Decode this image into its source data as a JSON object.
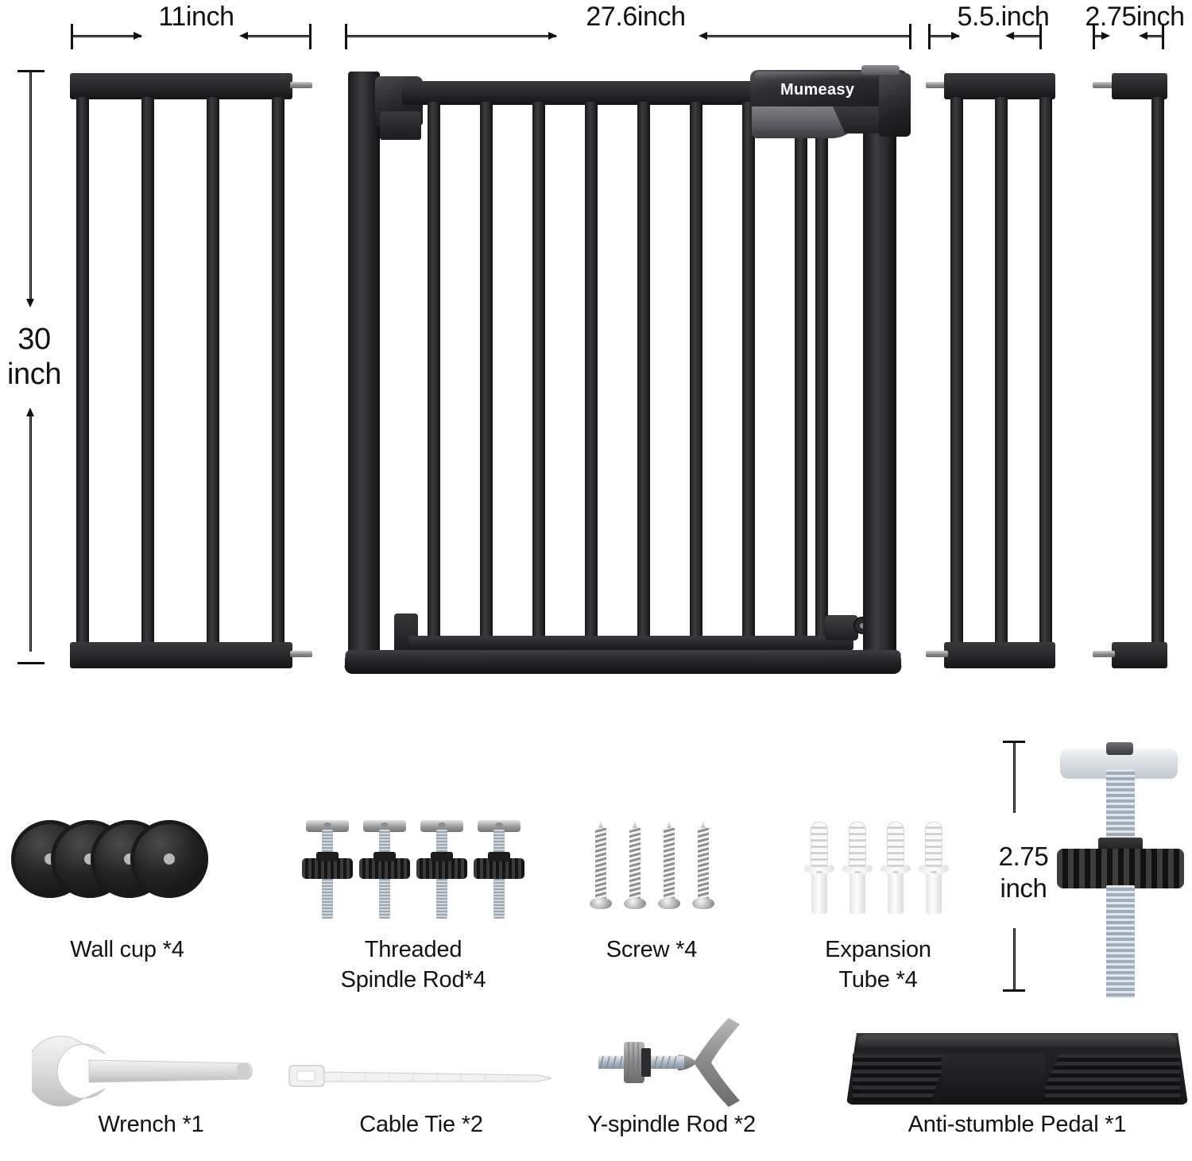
{
  "dimensions": {
    "extension_left": "11inch",
    "gate_main": "27.6inch",
    "extension_mid": "5.5.inch",
    "extension_small": "2.75inch",
    "height": "30\ninch",
    "spindle_height": "2.75\ninch"
  },
  "brand": "Mumeasy",
  "colors": {
    "metal_dark": "#1b1b1d",
    "metal_mid": "#3a3a3c",
    "steel": "#b9c3cd",
    "plastic_white": "#efefef",
    "background": "#ffffff",
    "text": "#121212"
  },
  "accessories": {
    "row1": [
      {
        "name": "wall-cup",
        "label": "Wall cup *4",
        "count": 4,
        "icon": "wall-cup-icon"
      },
      {
        "name": "threaded-spindle-rod",
        "label": "Threaded\nSpindle Rod*4",
        "count": 4,
        "icon": "threaded-rod-icon"
      },
      {
        "name": "screw",
        "label": "Screw *4",
        "count": 4,
        "icon": "screw-icon"
      },
      {
        "name": "expansion-tube",
        "label": "Expansion\nTube *4",
        "count": 4,
        "icon": "expansion-tube-icon"
      }
    ],
    "row2": [
      {
        "name": "wrench",
        "label": "Wrench *1",
        "count": 1,
        "icon": "wrench-icon"
      },
      {
        "name": "cable-tie",
        "label": "Cable Tie *2",
        "count": 2,
        "icon": "cable-tie-icon"
      },
      {
        "name": "y-spindle-rod",
        "label": "Y-spindle Rod *2",
        "count": 2,
        "icon": "y-spindle-icon"
      },
      {
        "name": "anti-stumble-pedal",
        "label": "Anti-stumble Pedal *1",
        "count": 1,
        "icon": "pedal-icon"
      }
    ]
  },
  "parts": {
    "extension_left_bars": 4,
    "gate_bars": 9,
    "extension_mid_bars": 3,
    "extension_small_bars": 1
  }
}
